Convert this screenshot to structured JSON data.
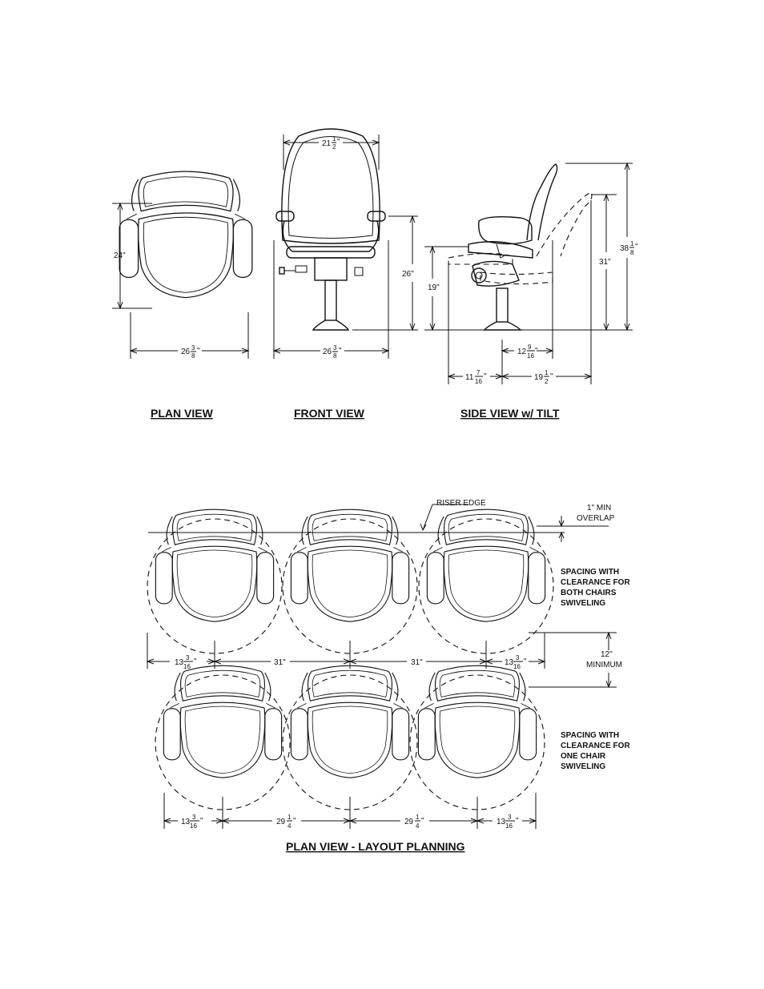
{
  "titles": {
    "plan_view": "PLAN VIEW",
    "front_view": "FRONT VIEW",
    "side_view": "SIDE VIEW w/ TILT",
    "layout": "PLAN VIEW - LAYOUT PLANNING"
  },
  "plan_dims": {
    "depth": "24\"",
    "width_whole": "26",
    "width_num": "3",
    "width_den": "8",
    "width_unit": "\""
  },
  "front_dims": {
    "top_whole": "21",
    "top_num": "1",
    "top_den": "2",
    "top_unit": "\"",
    "height": "26\"",
    "base_whole": "26",
    "base_num": "3",
    "base_den": "8",
    "base_unit": "\""
  },
  "side_dims": {
    "seat_height": "19\"",
    "tilt_height": "31\"",
    "total_whole": "38",
    "total_num": "1",
    "total_den": "8",
    "total_unit": "\"",
    "a_whole": "12",
    "a_num": "9",
    "a_den": "16",
    "a_unit": "\"",
    "b_whole": "11",
    "b_num": "7",
    "b_den": "16",
    "b_unit": "\"",
    "c_whole": "19",
    "c_num": "1",
    "c_den": "2",
    "c_unit": "\""
  },
  "layout_notes": {
    "riser_edge": "RISER EDGE",
    "overlap_1": "1\" MIN",
    "overlap_2": "OVERLAP",
    "both_1": "SPACING WITH",
    "both_2": "CLEARANCE FOR",
    "both_3": "BOTH CHAIRS",
    "both_4": "SWIVELING",
    "min_1": "12\"",
    "min_2": "MINIMUM",
    "one_1": "SPACING WITH",
    "one_2": "CLEARANCE FOR",
    "one_3": "ONE CHAIR",
    "one_4": "SWIVELING"
  },
  "row1_dims": {
    "end_whole": "13",
    "end_num": "3",
    "end_den": "16",
    "end_unit": "\"",
    "mid_1": "31\"",
    "mid_2": "31\""
  },
  "row2_dims": {
    "end_whole": "13",
    "end_num": "3",
    "end_den": "16",
    "end_unit": "\"",
    "mid_whole": "29",
    "mid_num": "1",
    "mid_den": "4",
    "mid_unit": "\""
  }
}
